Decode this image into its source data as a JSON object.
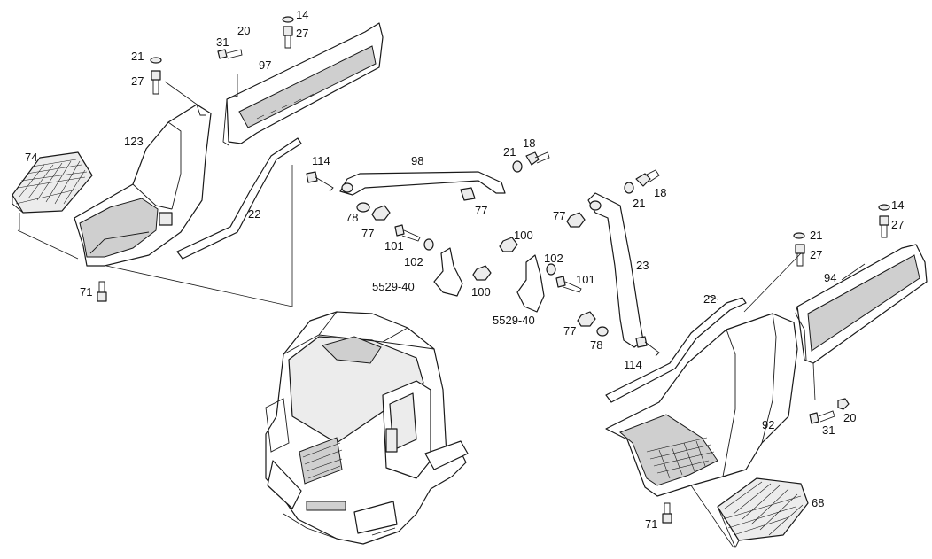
{
  "callouts": {
    "c14a": "14",
    "c20a": "20",
    "c31a": "31",
    "c27a": "27",
    "c97": "97",
    "c21a": "21",
    "c27b": "27",
    "c123": "123",
    "c74": "74",
    "c22a": "22",
    "c71a": "71",
    "c114a": "114",
    "c98": "98",
    "c78a": "78",
    "c77a": "77",
    "c77b": "77",
    "c101a": "101",
    "c102a": "102",
    "c5529a": "5529-40",
    "c100a": "100",
    "c21b": "21",
    "c18a": "18",
    "c100b": "100",
    "c102b": "102",
    "c101b": "101",
    "c5529b": "5529-40",
    "c77c": "77",
    "c78b": "78",
    "c114b": "114",
    "c77d": "77",
    "c21c": "21",
    "c18b": "18",
    "c23": "23",
    "c14b": "14",
    "c27c": "27",
    "c21d": "21",
    "c27d": "27",
    "c94": "94",
    "c22b": "22",
    "c92": "92",
    "c31b": "31",
    "c20b": "20",
    "c71b": "71",
    "c68": "68"
  }
}
